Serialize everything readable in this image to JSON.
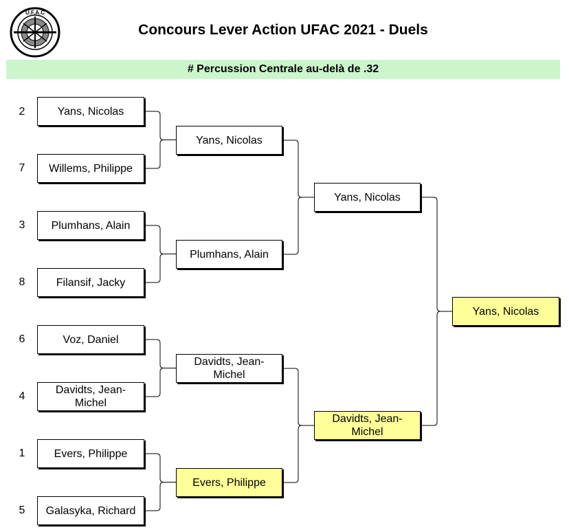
{
  "logo": {
    "text": "U.F.A.C",
    "icon": "ufac-emblem-icon"
  },
  "header": {
    "title": "Concours Lever Action UFAC 2021 - Duels"
  },
  "section": {
    "title": "# Percussion Centrale au-delà de .32"
  },
  "colors": {
    "banner": "#ccf5cc",
    "highlight": "#ffff99"
  },
  "bracket": {
    "round1": [
      {
        "seed": "2",
        "name": "Yans, Nicolas"
      },
      {
        "seed": "7",
        "name": "Willems, Philippe"
      },
      {
        "seed": "3",
        "name": "Plumhans, Alain"
      },
      {
        "seed": "8",
        "name": "Filansif, Jacky"
      },
      {
        "seed": "6",
        "name": "Voz, Daniel"
      },
      {
        "seed": "4",
        "name": "Davidts, Jean-Michel"
      },
      {
        "seed": "1",
        "name": "Evers, Philippe"
      },
      {
        "seed": "5",
        "name": "Galasyka, Richard"
      }
    ],
    "round2": [
      {
        "name": "Yans, Nicolas",
        "highlight": false
      },
      {
        "name": "Plumhans, Alain",
        "highlight": false
      },
      {
        "name": "Davidts, Jean-Michel",
        "highlight": false
      },
      {
        "name": "Evers, Philippe",
        "highlight": true
      }
    ],
    "round3": [
      {
        "name": "Yans, Nicolas",
        "highlight": false
      },
      {
        "name": "Davidts, Jean-Michel",
        "highlight": true
      }
    ],
    "final": {
      "name": "Yans, Nicolas",
      "highlight": true
    }
  }
}
